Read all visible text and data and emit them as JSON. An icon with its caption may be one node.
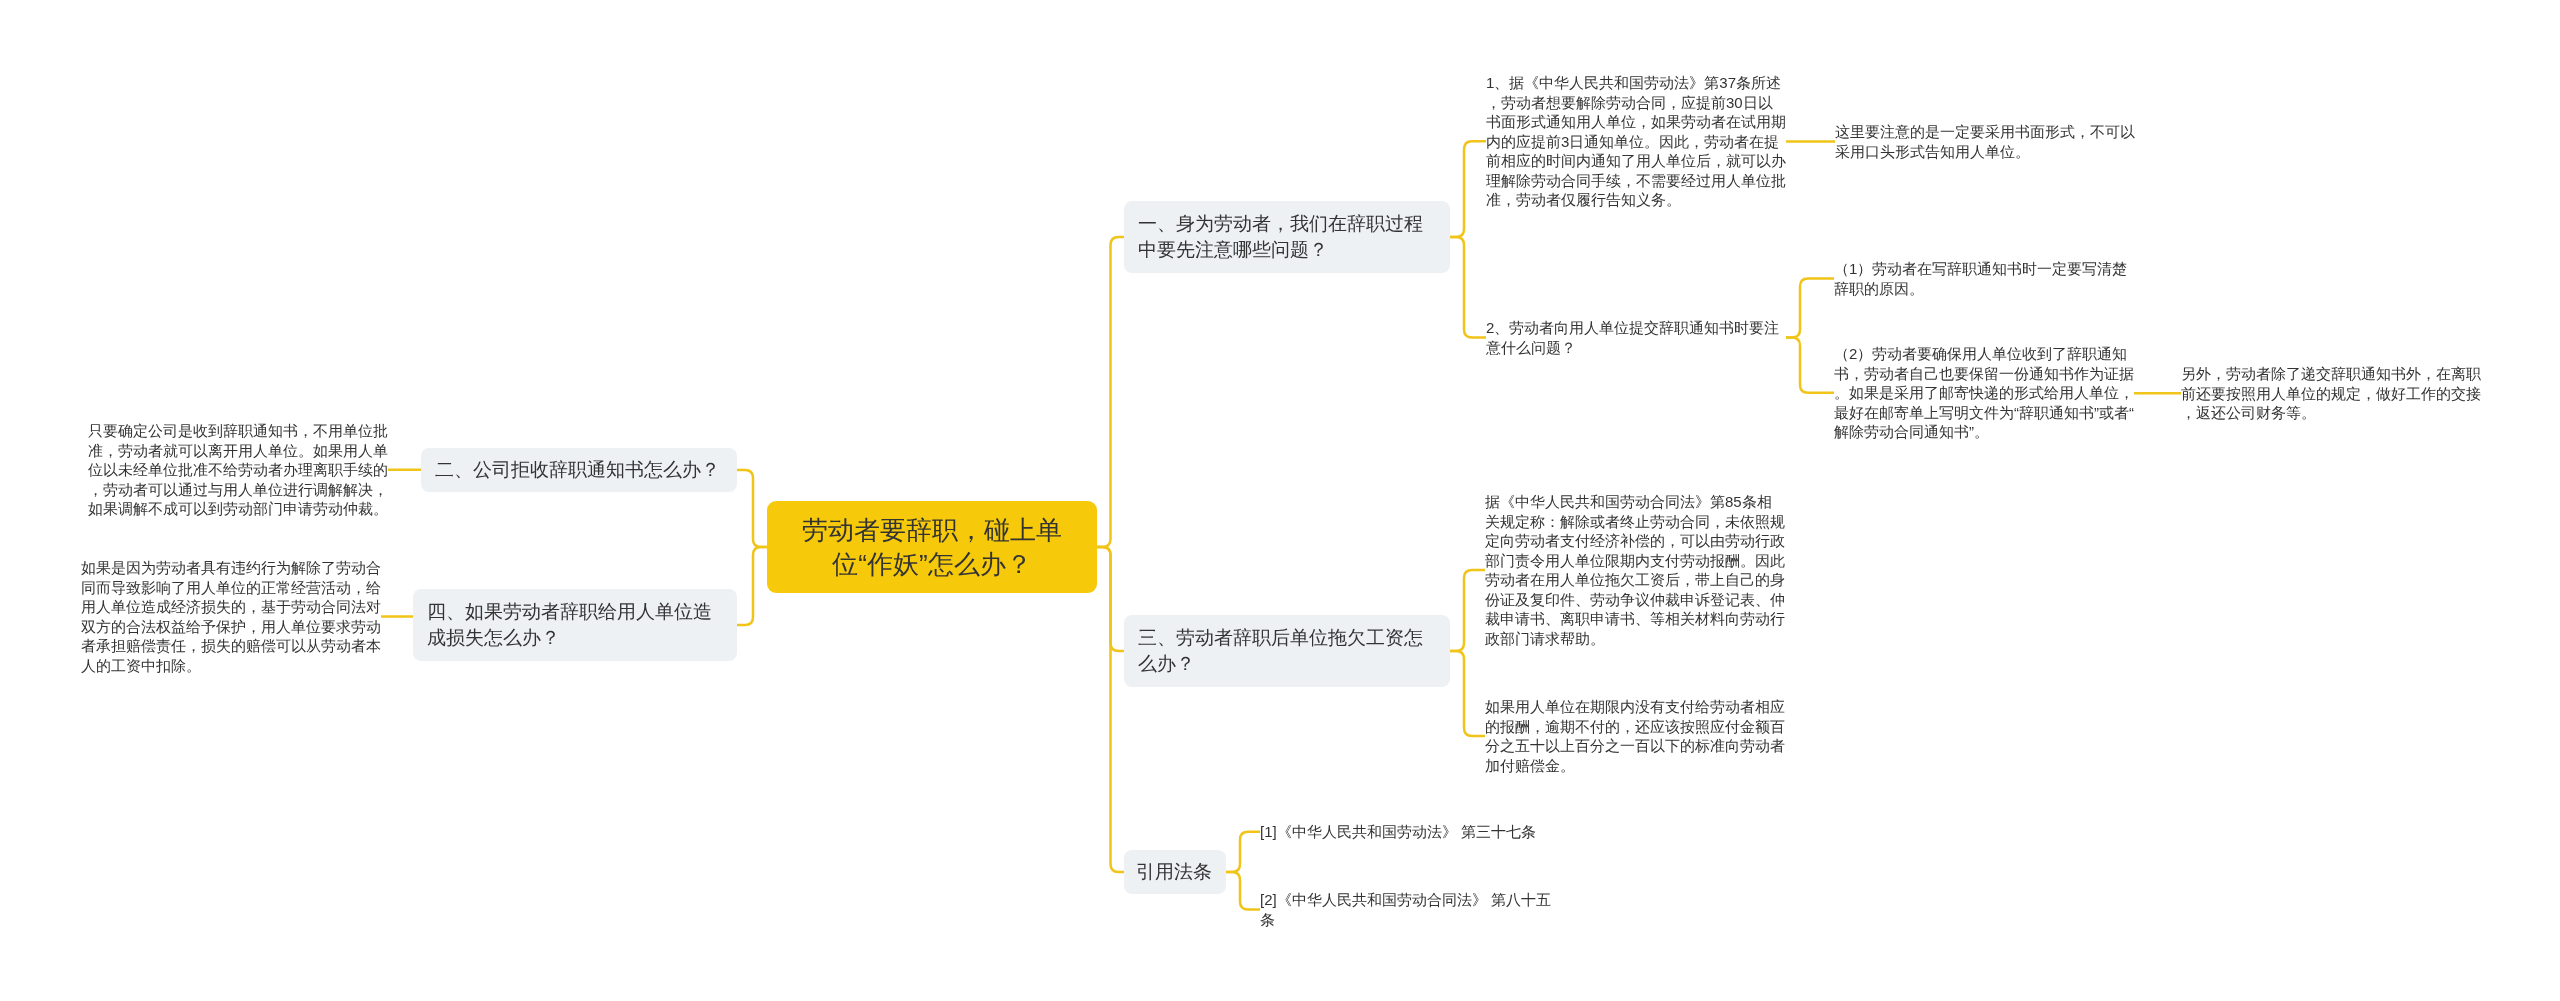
{
  "diagram": {
    "nodes": [
      {
        "text": [
          "劳动者要辞职，碰上单位“作妖”怎么办？"
        ]
      },
      {
        "text": [
          "一、身为劳动者，我们在辞职过程中要先注意哪些问题？"
        ]
      },
      {
        "text": [
          "1、据《中华人民共和国劳动法》第37条所述，劳动者想要解除劳动合同，应提前30日以书面形式通知用人单位，如果劳动者在试用期内的应提前3日通知单位。因此，劳动者在提前相应的时间内通知了用人单位后，就可以办理解除劳动合同手续，不需要经过用人单位批准，劳动者仅履行告知义务。"
        ]
      },
      {
        "text": [
          "这里要注意的是一定要采用书面形式，不可以采用口头形式告知用人单位。"
        ]
      },
      {
        "text": [
          "2、劳动者向用人单位提交辞职通知书时要注意什么问题？"
        ]
      },
      {
        "text": [
          "（1）劳动者在写辞职通知书时一定要写清楚辞职的原因。"
        ]
      },
      {
        "text": [
          "（2）劳动者要确保用人单位收到了辞职通知书，劳动者自己也要保留一份通知书作为证据。如果是采用了邮寄快递的形式给用人单位，最好在邮寄单上写明文件为“辞职通知书”或者“解除劳动合同通知书”。"
        ]
      },
      {
        "text": [
          "另外，劳动者除了递交辞职通知书外，在离职前还要按照用人单位的规定，做好工作的交接，返还公司财务等。"
        ]
      },
      {
        "text": [
          "二、公司拒收辞职通知书怎么办？"
        ]
      },
      {
        "text": [
          "只要确定公司是收到辞职通知书，不用单位批准，劳动者就可以离开用人单位。如果用人单位以未经单位批准不给劳动者办理离职手续的，劳动者可以通过与用人单位进行调解解决，如果调解不成可以到劳动部门申请劳动仲裁。"
        ]
      },
      {
        "text": [
          "四、如果劳动者辞职给用人单位造成损失怎么办？"
        ]
      },
      {
        "text": [
          "如果是因为劳动者具有违约行为解除了劳动合同而导致影响了用人单位的正常经营活动，给用人单位造成经济损失的，基于劳动合同法对双方的合法权益给予保护，用人单位要求劳动者承担赔偿责任，损失的赔偿可以从劳动者本人的工资中扣除。"
        ]
      },
      {
        "text": [
          "三、劳动者辞职后单位拖欠工资怎么办？"
        ]
      },
      {
        "text": [
          "据《中华人民共和国劳动合同法》第85条相关规定称：解除或者终止劳动合同，未依照规定向劳动者支付经济补偿的，可以由劳动行政部门责令用人单位限期内支付劳动报酬。因此劳动者在用人单位拖欠工资后，带上自己的身份证及复印件、劳动争议仲裁申诉登记表、仲裁申请书、离职申请书、等相关材料向劳动行政部门请求帮助。"
        ]
      },
      {
        "text": [
          "如果用人单位在期限内没有支付给劳动者相应的报酬，逾期不付的，还应该按照应付金额百分之五十以上百分之一百以下的标准向劳动者加付赔偿金。"
        ]
      },
      {
        "text": [
          "引用法条"
        ]
      },
      {
        "text": [
          "[1]《中华人民共和国劳动法》 第三十七条"
        ]
      },
      {
        "text": [
          "[2]《中华人民共和国劳动合同法》 第八十五条"
        ]
      }
    ],
    "edges": [
      {
        "from": 0,
        "to": 1,
        "arrow": "none"
      },
      {
        "from": 1,
        "to": 2,
        "arrow": "none"
      },
      {
        "from": 2,
        "to": 3,
        "arrow": "none"
      },
      {
        "from": 1,
        "to": 4,
        "arrow": "none"
      },
      {
        "from": 4,
        "to": 5,
        "arrow": "none"
      },
      {
        "from": 4,
        "to": 6,
        "arrow": "none"
      },
      {
        "from": 6,
        "to": 7,
        "arrow": "none"
      },
      {
        "from": 0,
        "to": 8,
        "arrow": "none"
      },
      {
        "from": 8,
        "to": 9,
        "arrow": "none"
      },
      {
        "from": 0,
        "to": 10,
        "arrow": "none"
      },
      {
        "from": 10,
        "to": 11,
        "arrow": "none"
      },
      {
        "from": 0,
        "to": 12,
        "arrow": "none"
      },
      {
        "from": 12,
        "to": 13,
        "arrow": "none"
      },
      {
        "from": 12,
        "to": 14,
        "arrow": "none"
      },
      {
        "from": 0,
        "to": 15,
        "arrow": "none"
      },
      {
        "from": 15,
        "to": 16,
        "arrow": "none"
      },
      {
        "from": 15,
        "to": 17,
        "arrow": "none"
      }
    ]
  }
}
